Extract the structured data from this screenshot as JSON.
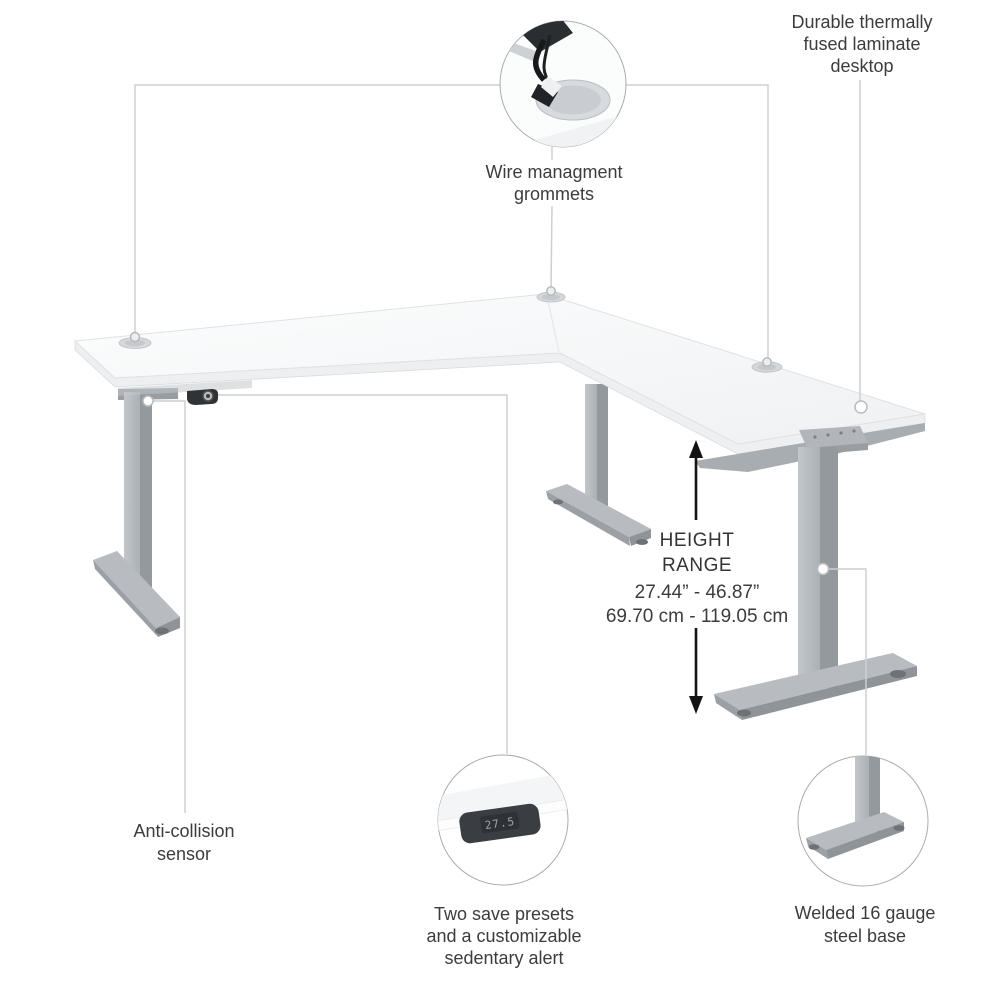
{
  "callouts": {
    "wire_grommets": {
      "line1": "Wire managment",
      "line2": "grommets"
    },
    "laminate_desktop": {
      "line1": "Durable thermally",
      "line2": "fused laminate",
      "line3": "desktop"
    },
    "height_range": {
      "title_line1": "HEIGHT",
      "title_line2": "RANGE",
      "range_inches": "27.44” - 46.87”",
      "range_cm": "69.70 cm - 119.05 cm"
    },
    "anti_collision": {
      "line1": "Anti-collision",
      "line2": "sensor"
    },
    "control_keypad": {
      "line1": "Two save presets",
      "line2": "and a customizable",
      "line3": "sedentary alert"
    },
    "steel_base": {
      "line1": "Welded 16 gauge",
      "line2": "steel base"
    }
  },
  "keypad_display_value": "27.5",
  "colors": {
    "desk_top": "#f6f7f8",
    "desk_edge": "#edeff1",
    "desk_undershadow": "#a8adb2",
    "leg_silver": "#b6babe",
    "leg_shadow": "#94999e",
    "callout_line": "#ccd0d3",
    "text": "#3b3c3e",
    "sensor_black": "#303336",
    "keypad_black": "#3a3e42",
    "arrow_black": "#141414"
  }
}
